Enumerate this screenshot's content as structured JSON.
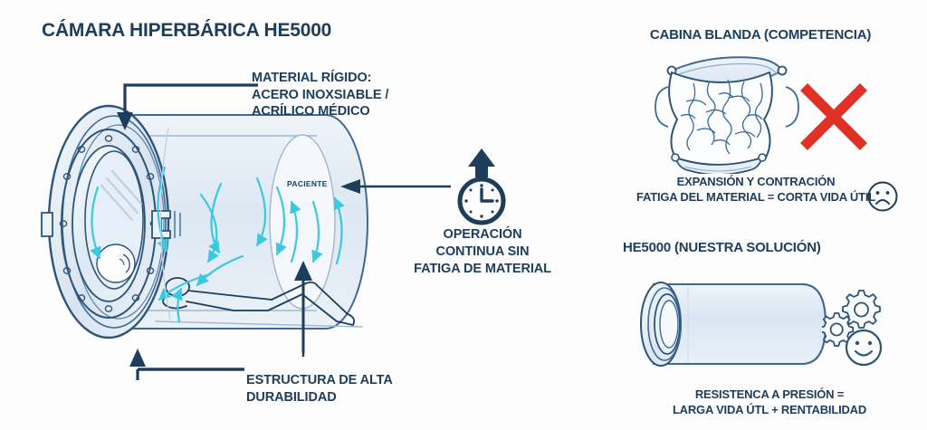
{
  "page": {
    "title": "CÁMARA HIPERBÁRICA HE5000",
    "background_color": "#fdfdfd"
  },
  "colors": {
    "navy": "#1d3d5c",
    "steel_blue": "#3f6a96",
    "cyan_arrow": "#3cc8e0",
    "glass_fill": "#dbe6f0",
    "red_cross": "#e03127"
  },
  "main_diagram": {
    "name": "hyperbaric-chamber-cutaway",
    "inner_label": "PACIENTE",
    "callouts": {
      "material": {
        "lines": [
          "MATERIAL RÍGIDO:",
          "ACERO INOXSIABLE /",
          "ACRÍLICO MÉDICO"
        ]
      },
      "structure": {
        "lines": [
          "ESTRUCTURA DE ALTA",
          "DURABILIDAD"
        ]
      },
      "operation": {
        "icon": "clock-icon",
        "lines": [
          "OPERACIÓN",
          "CONTINUA SIN",
          "FATIGA DE MATERIAL"
        ]
      }
    }
  },
  "comparison": {
    "soft_cabin": {
      "title": "CABINA BLANDA (COMPETENCIA)",
      "verdict_icon": "red-cross-icon",
      "mood_icon": "sad-face-icon",
      "caption_lines": [
        "EXPANSIÓN Y CONTRACIÓN",
        "FATIGA DEL MATERIAL = CORTA VIDA ÚTIL"
      ]
    },
    "he5000": {
      "title": "HE5000 (NUESTRA SOLUCIÓN)",
      "mood_icon": "smiley-face-icon",
      "gear_icon": "gears-icon",
      "caption_lines": [
        "RESISTENCA A PRESIÓN =",
        "LARGA VIDA ÚTL + RENTABILIDAD"
      ]
    }
  }
}
